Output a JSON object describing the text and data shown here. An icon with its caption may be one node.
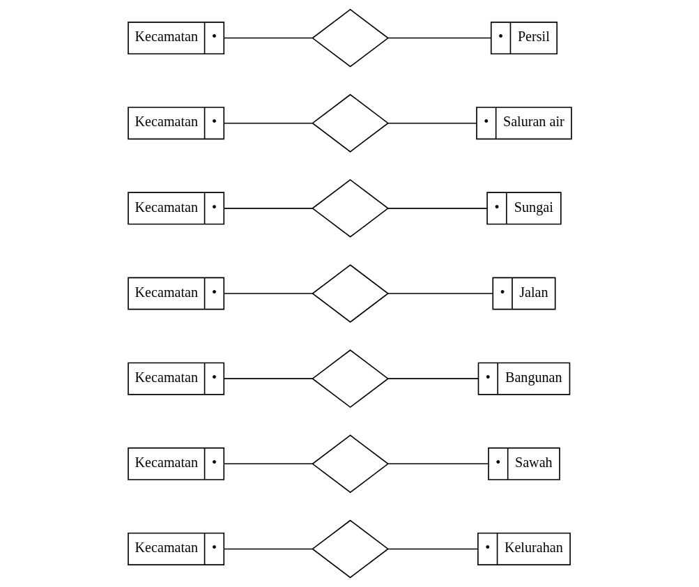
{
  "diagram": {
    "nodes": [
      {
        "text": [
          "Kecamatan",
          "•"
        ]
      },
      {
        "text": [],
        "shape": "diamond"
      },
      {
        "text": [
          "•",
          "Kelurahan"
        ]
      },
      {
        "text": [
          "Kecamatan",
          "•"
        ]
      },
      {
        "text": [],
        "shape": "diamond"
      },
      {
        "text": [
          "•",
          "Sawah"
        ]
      },
      {
        "text": [
          "Kecamatan",
          "•"
        ]
      },
      {
        "text": [],
        "shape": "diamond"
      },
      {
        "text": [
          "•",
          "Bangunan"
        ]
      },
      {
        "text": [
          "Kecamatan",
          "•"
        ]
      },
      {
        "text": [],
        "shape": "diamond"
      },
      {
        "text": [
          "•",
          "Jalan"
        ]
      },
      {
        "text": [
          "Kecamatan",
          "•"
        ]
      },
      {
        "text": [],
        "shape": "diamond"
      },
      {
        "text": [
          "•",
          "Sungai"
        ]
      },
      {
        "text": [
          "Kecamatan",
          "•"
        ]
      },
      {
        "text": [],
        "shape": "diamond"
      },
      {
        "text": [
          "•",
          "Saluran air"
        ]
      },
      {
        "text": [
          "Kecamatan",
          "•"
        ]
      },
      {
        "text": [],
        "shape": "diamond"
      },
      {
        "text": [
          "•",
          "Persil"
        ]
      }
    ],
    "edges": [
      {
        "from": 0,
        "to": 1,
        "arrow": "none"
      },
      {
        "from": 1,
        "to": 2,
        "arrow": "none"
      },
      {
        "from": 3,
        "to": 4,
        "arrow": "none"
      },
      {
        "from": 4,
        "to": 5,
        "arrow": "none"
      },
      {
        "from": 6,
        "to": 7,
        "arrow": "none"
      },
      {
        "from": 7,
        "to": 8,
        "arrow": "none"
      },
      {
        "from": 9,
        "to": 10,
        "arrow": "none"
      },
      {
        "from": 10,
        "to": 11,
        "arrow": "none"
      },
      {
        "from": 12,
        "to": 13,
        "arrow": "none"
      },
      {
        "from": 13,
        "to": 14,
        "arrow": "none"
      },
      {
        "from": 15,
        "to": 16,
        "arrow": "none"
      },
      {
        "from": 16,
        "to": 17,
        "arrow": "none"
      },
      {
        "from": 18,
        "to": 19,
        "arrow": "none"
      },
      {
        "from": 19,
        "to": 20,
        "arrow": "none"
      }
    ]
  }
}
